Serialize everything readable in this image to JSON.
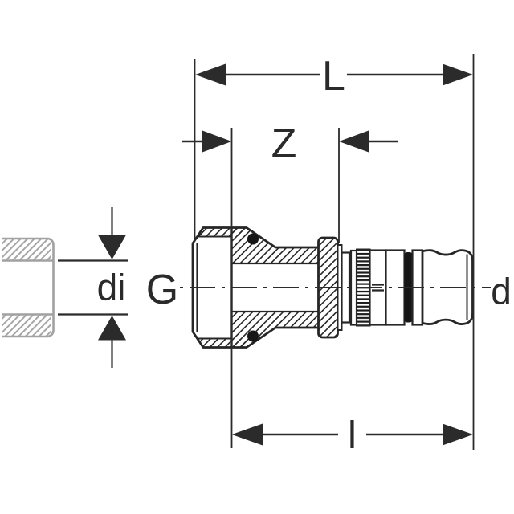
{
  "drawing": {
    "type": "technical-dimension-drawing",
    "subject": "press fitting adapter with union nut, cross-section",
    "labels": {
      "overall_length": "L",
      "offset_length": "Z",
      "thread_size": "G",
      "pipe_inner_diameter": "di",
      "pipe_outer_diameter": "d",
      "insertion_length": "l"
    },
    "colors": {
      "line": "#262626",
      "dimension_line": "#2b2b2b",
      "pipe_gray": "#a1a1a1",
      "background": "#ffffff",
      "seal_black": "#161616"
    }
  }
}
